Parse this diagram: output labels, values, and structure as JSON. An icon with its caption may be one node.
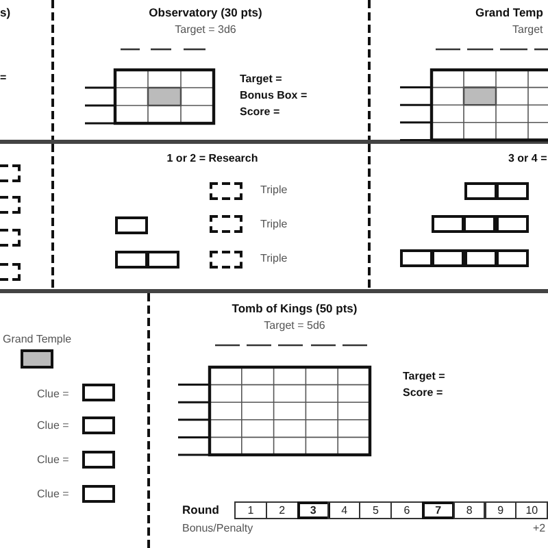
{
  "diagram": {
    "labels": [
      "s)",
      "Observatory (30 pts)",
      "Grand Temp",
      "Target = 3d6",
      "Target",
      "=",
      "Target =",
      "Bonus Box =",
      "Score =",
      "1 or 2 = Research",
      "3 or 4 =",
      "Triple",
      "Triple",
      "Triple",
      "Grand Temple",
      "Tomb of Kings (50 pts)",
      "Target = 5d6",
      "Target =",
      "Clue =",
      "Score =",
      "Clue =",
      "Clue =",
      "Clue =",
      "Round",
      "1",
      "2",
      "3",
      "4",
      "5",
      "6",
      "7",
      "8",
      "9",
      "10",
      "Bonus/Penalty",
      "+2"
    ]
  }
}
